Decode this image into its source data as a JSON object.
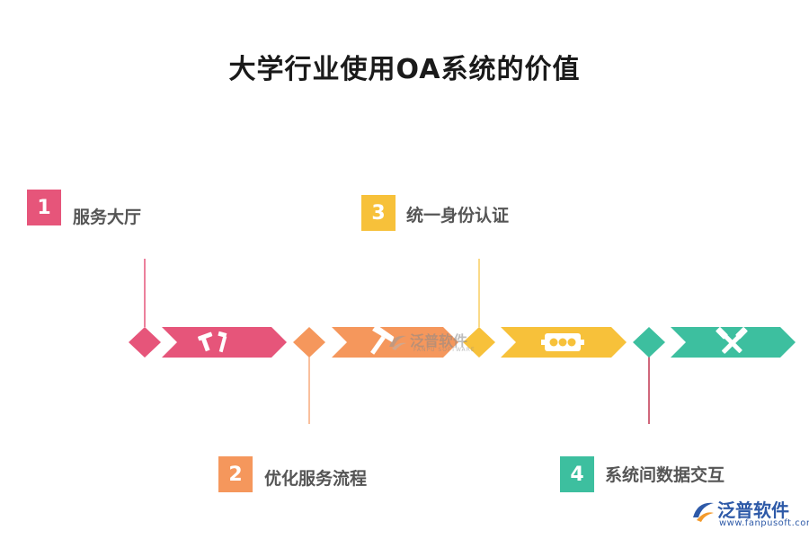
{
  "title": "大学行业使用OA系统的价值",
  "colors": {
    "step1": "#e6557a",
    "step2": "#f5975c",
    "step3": "#f7c13a",
    "step4": "#3dbf9f"
  },
  "steps": [
    {
      "number": "1",
      "label": "服务大厅",
      "icon": "hammer-chisel-icon"
    },
    {
      "number": "2",
      "label": "优化服务流程",
      "icon": "hammer-icon"
    },
    {
      "number": "3",
      "label": "统一身份认证",
      "icon": "traffic-light-icon"
    },
    {
      "number": "4",
      "label": "系统间数据交互",
      "icon": "crossed-hammers-icon"
    }
  ],
  "watermark": {
    "name": "泛普软件",
    "sub": "FANPU SOFTWARE"
  },
  "brand": {
    "name": "泛普软件",
    "url": "www.fanpusoft.com"
  }
}
